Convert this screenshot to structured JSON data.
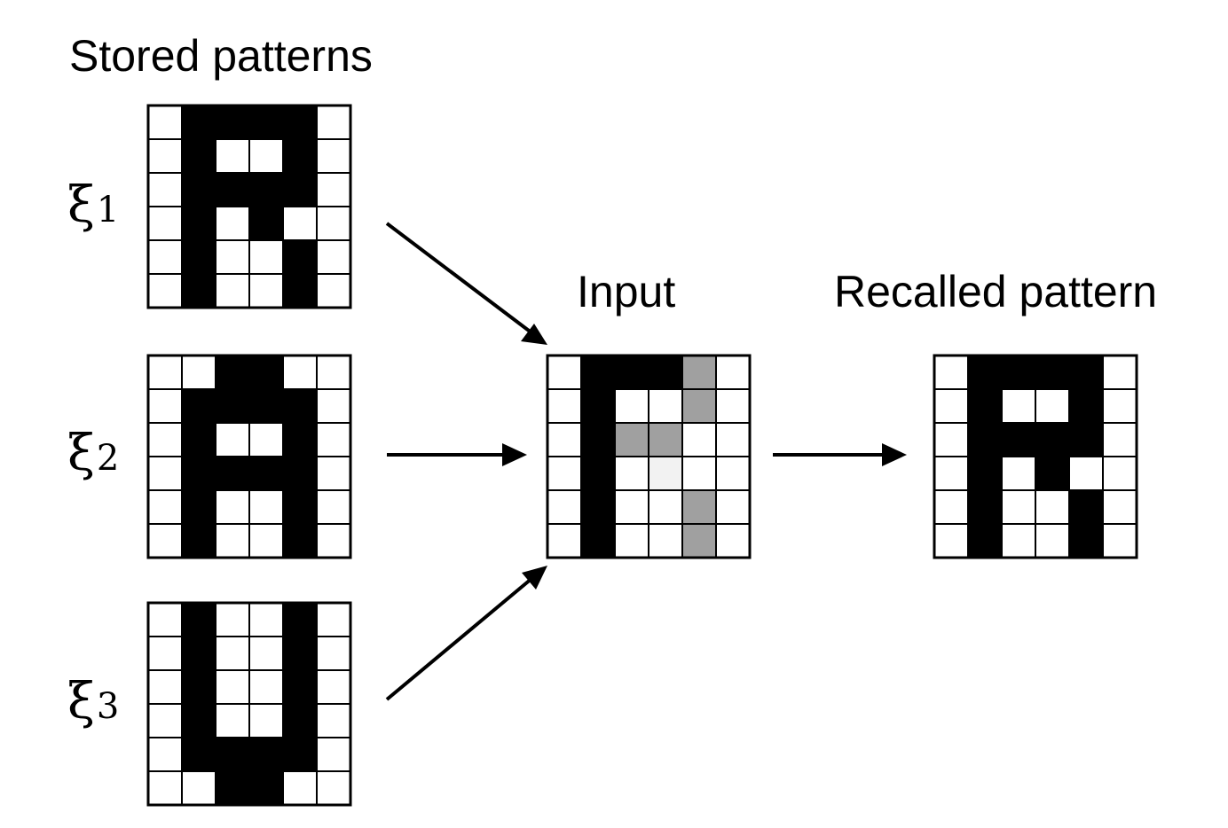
{
  "headings": {
    "stored": "Stored patterns",
    "input": "Input",
    "recalled": "Recalled pattern"
  },
  "pattern_labels": [
    {
      "symbol": "ξ",
      "subscript": "1"
    },
    {
      "symbol": "ξ",
      "subscript": "2"
    },
    {
      "symbol": "ξ",
      "subscript": "3"
    }
  ],
  "colors": {
    "on": "#000000",
    "off": "#ffffff",
    "unknown": "#a0a0a0",
    "faint": "#f2f2f2",
    "grid_line": "#000000"
  },
  "grids": {
    "xi1": [
      [
        0,
        1,
        1,
        1,
        1,
        0
      ],
      [
        0,
        1,
        0,
        0,
        1,
        0
      ],
      [
        0,
        1,
        1,
        1,
        1,
        0
      ],
      [
        0,
        1,
        0,
        1,
        0,
        0
      ],
      [
        0,
        1,
        0,
        0,
        1,
        0
      ],
      [
        0,
        1,
        0,
        0,
        1,
        0
      ]
    ],
    "xi2": [
      [
        0,
        0,
        1,
        1,
        0,
        0
      ],
      [
        0,
        1,
        1,
        1,
        1,
        0
      ],
      [
        0,
        1,
        0,
        0,
        1,
        0
      ],
      [
        0,
        1,
        1,
        1,
        1,
        0
      ],
      [
        0,
        1,
        0,
        0,
        1,
        0
      ],
      [
        0,
        1,
        0,
        0,
        1,
        0
      ]
    ],
    "xi3": [
      [
        0,
        1,
        0,
        0,
        1,
        0
      ],
      [
        0,
        1,
        0,
        0,
        1,
        0
      ],
      [
        0,
        1,
        0,
        0,
        1,
        0
      ],
      [
        0,
        1,
        0,
        0,
        1,
        0
      ],
      [
        0,
        1,
        1,
        1,
        1,
        0
      ],
      [
        0,
        0,
        1,
        1,
        0,
        0
      ]
    ],
    "input": [
      [
        0,
        1,
        1,
        1,
        2,
        0
      ],
      [
        0,
        1,
        0,
        0,
        2,
        0
      ],
      [
        0,
        1,
        2,
        2,
        0,
        0
      ],
      [
        0,
        1,
        0,
        3,
        0,
        0
      ],
      [
        0,
        1,
        0,
        0,
        2,
        0
      ],
      [
        0,
        1,
        0,
        0,
        2,
        0
      ]
    ],
    "recalled": [
      [
        0,
        1,
        1,
        1,
        1,
        0
      ],
      [
        0,
        1,
        0,
        0,
        1,
        0
      ],
      [
        0,
        1,
        1,
        1,
        1,
        0
      ],
      [
        0,
        1,
        0,
        1,
        0,
        0
      ],
      [
        0,
        1,
        0,
        0,
        1,
        0
      ],
      [
        0,
        1,
        0,
        0,
        1,
        0
      ]
    ]
  }
}
